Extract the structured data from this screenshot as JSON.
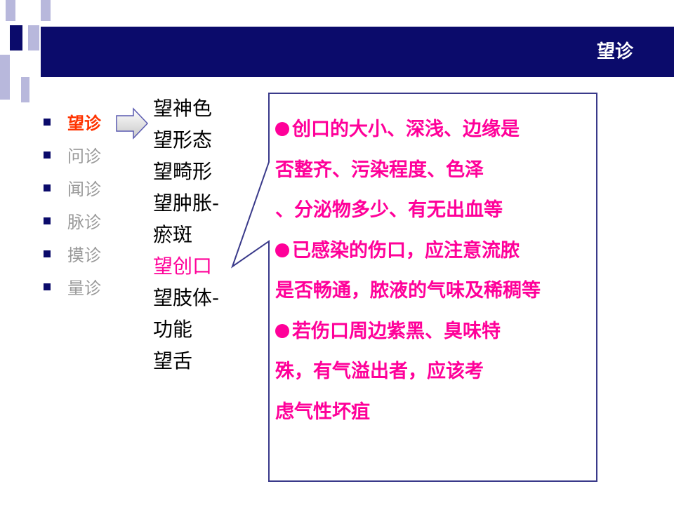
{
  "title": "望诊",
  "methods": [
    {
      "label": "望诊",
      "active": true
    },
    {
      "label": "问诊",
      "active": false
    },
    {
      "label": "闻诊",
      "active": false
    },
    {
      "label": "脉诊",
      "active": false
    },
    {
      "label": "摸诊",
      "active": false
    },
    {
      "label": "量诊",
      "active": false
    }
  ],
  "sub_items": [
    {
      "label": "望神色",
      "active": false
    },
    {
      "label": "望形态",
      "active": false
    },
    {
      "label": "望畸形",
      "active": false
    },
    {
      "label": "望肿胀-",
      "active": false
    },
    {
      "label": "瘀斑",
      "active": false
    },
    {
      "label": "望创口",
      "active": true
    },
    {
      "label": "望肢体-",
      "active": false
    },
    {
      "label": "功能",
      "active": false
    },
    {
      "label": "望舌",
      "active": false
    }
  ],
  "callout_lines": [
    {
      "text": "创口的大小、深浅、边缘是",
      "bullet": true
    },
    {
      "text": "否整齐、污染程度、色泽",
      "bullet": false
    },
    {
      "text": "、分泌物多少、有无出血等",
      "bullet": false
    },
    {
      "text": "已感染的伤口，应注意流脓",
      "bullet": true
    },
    {
      "text": "是否畅通，脓液的气味及稀稠等",
      "bullet": false
    },
    {
      "text": "若伤口周边紫黑、臭味特",
      "bullet": true
    },
    {
      "text": "殊，有气溢出者，应该考",
      "bullet": false
    },
    {
      "text": "虑气性坏疽",
      "bullet": false
    }
  ],
  "colors": {
    "banner": "#0b0b6b",
    "active_method": "#ff3300",
    "inactive_method": "#9a9a9a",
    "callout_text": "#ff0099",
    "callout_border": "#3a3a8a"
  }
}
